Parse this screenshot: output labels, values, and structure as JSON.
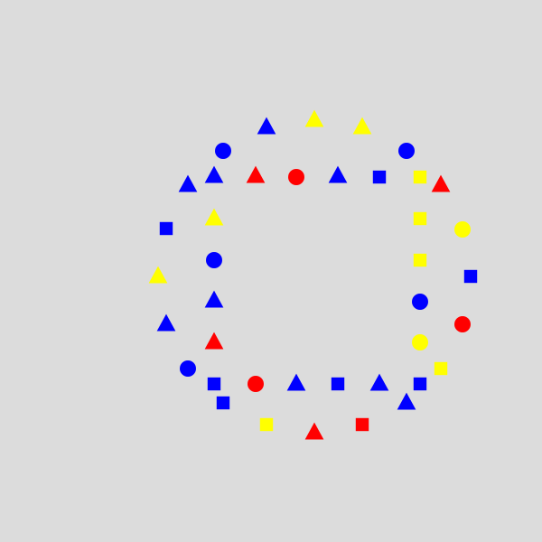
{
  "colors": {
    "background": "#dcdcdc",
    "blue": "#0000ff",
    "red": "#ff0000",
    "yellow": "#ffff00"
  },
  "shape_types": [
    "triangle",
    "circle",
    "square"
  ],
  "groups": {
    "outer_ring": [
      {
        "shape": "triangle",
        "color": "blue"
      },
      {
        "shape": "triangle",
        "color": "yellow"
      },
      {
        "shape": "triangle",
        "color": "yellow"
      },
      {
        "shape": "circle",
        "color": "blue"
      },
      {
        "shape": "triangle",
        "color": "red"
      },
      {
        "shape": "circle",
        "color": "yellow"
      },
      {
        "shape": "square",
        "color": "blue"
      },
      {
        "shape": "circle",
        "color": "red"
      },
      {
        "shape": "square",
        "color": "yellow"
      },
      {
        "shape": "triangle",
        "color": "blue"
      },
      {
        "shape": "square",
        "color": "red"
      },
      {
        "shape": "triangle",
        "color": "red"
      },
      {
        "shape": "square",
        "color": "yellow"
      },
      {
        "shape": "square",
        "color": "blue"
      },
      {
        "shape": "circle",
        "color": "blue"
      },
      {
        "shape": "triangle",
        "color": "blue"
      },
      {
        "shape": "triangle",
        "color": "yellow"
      },
      {
        "shape": "square",
        "color": "blue"
      },
      {
        "shape": "triangle",
        "color": "blue"
      },
      {
        "shape": "circle",
        "color": "blue"
      }
    ],
    "inner_square": [
      {
        "shape": "triangle",
        "color": "blue"
      },
      {
        "shape": "triangle",
        "color": "red"
      },
      {
        "shape": "circle",
        "color": "red"
      },
      {
        "shape": "triangle",
        "color": "blue"
      },
      {
        "shape": "square",
        "color": "blue"
      },
      {
        "shape": "square",
        "color": "yellow"
      },
      {
        "shape": "square",
        "color": "yellow"
      },
      {
        "shape": "square",
        "color": "yellow"
      },
      {
        "shape": "circle",
        "color": "blue"
      },
      {
        "shape": "circle",
        "color": "yellow"
      },
      {
        "shape": "square",
        "color": "blue"
      },
      {
        "shape": "triangle",
        "color": "blue"
      },
      {
        "shape": "square",
        "color": "blue"
      },
      {
        "shape": "triangle",
        "color": "blue"
      },
      {
        "shape": "circle",
        "color": "red"
      },
      {
        "shape": "square",
        "color": "blue"
      },
      {
        "shape": "triangle",
        "color": "red"
      },
      {
        "shape": "triangle",
        "color": "blue"
      },
      {
        "shape": "circle",
        "color": "blue"
      },
      {
        "shape": "triangle",
        "color": "yellow"
      }
    ]
  }
}
